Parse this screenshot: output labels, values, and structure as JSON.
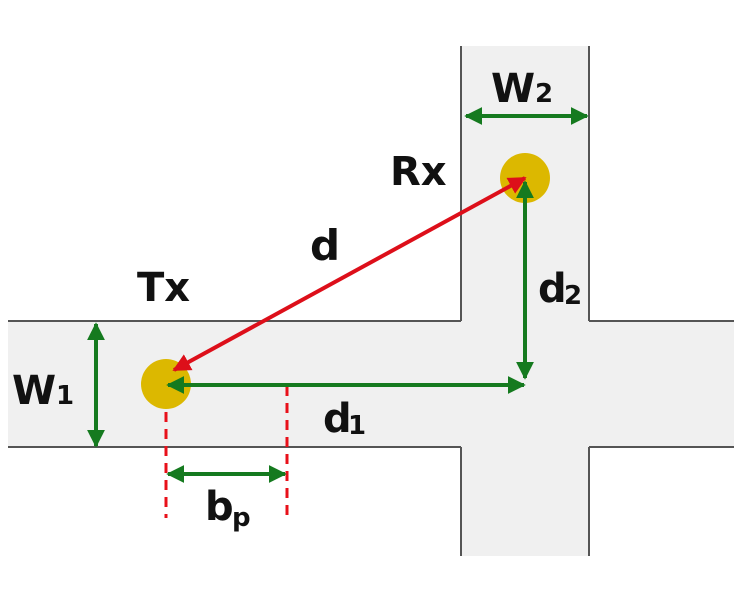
{
  "labels": {
    "tx": "Tx",
    "rx": "Rx",
    "d": "d",
    "w2_main": "W",
    "w2_sub": "2",
    "w1_main": "W",
    "w1_sub": "1",
    "d1_main": "d",
    "d1_sub": "1",
    "d2_main": "d",
    "d2_sub": "2",
    "bp_main": "b",
    "bp_sub": "p"
  },
  "colors": {
    "corridor_fill": "#f0f0f0",
    "corridor_edge": "#555555",
    "node": "#dcb800",
    "arrow_green": "#157a1f",
    "arrow_red": "#dd0f1a",
    "dashed_red": "#e8101a",
    "text": "#111111"
  },
  "icons": {
    "tx": "transmitter-node-icon",
    "rx": "receiver-node-icon"
  }
}
